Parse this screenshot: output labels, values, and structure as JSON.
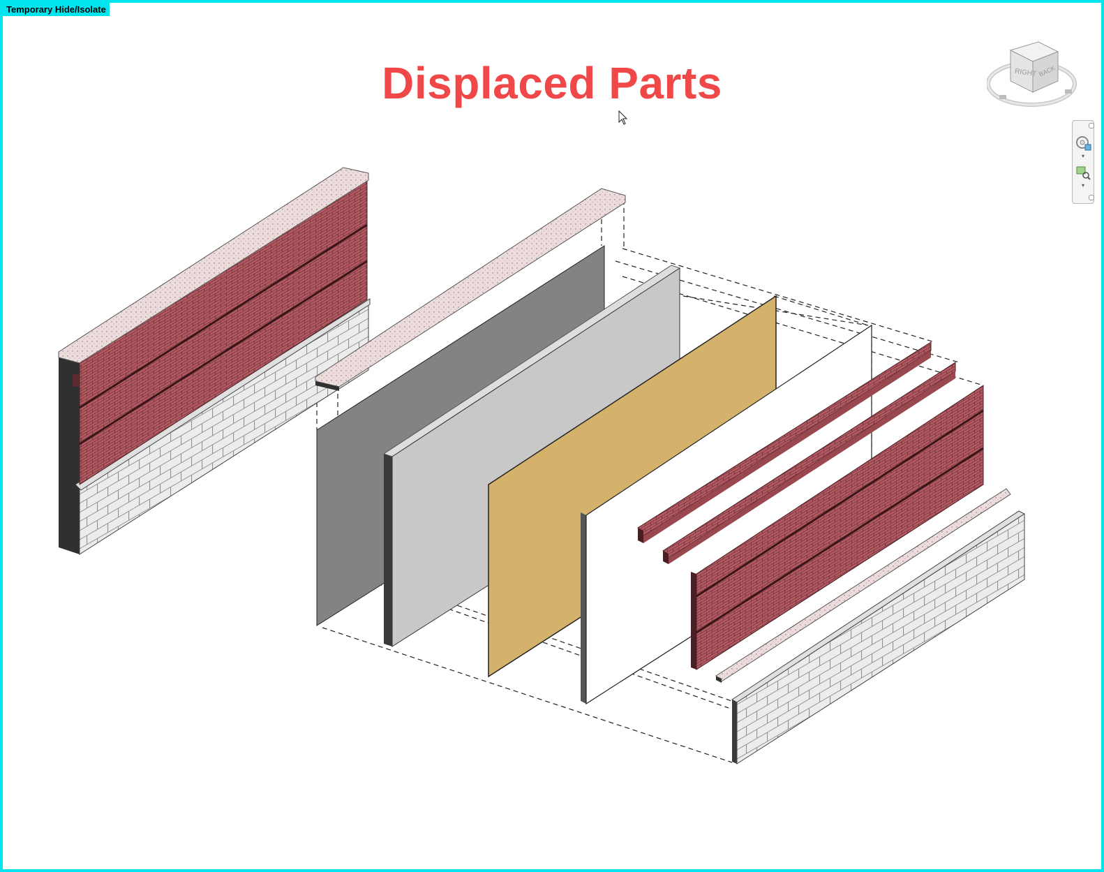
{
  "window": {
    "mode_label": "Temporary Hide/Isolate",
    "border_color": "#00e5ee"
  },
  "view": {
    "title": "Displaced Parts",
    "title_color": "#f04848"
  },
  "viewcube": {
    "faces": {
      "right": "RIGHT",
      "back": "BACK"
    },
    "icon": "viewcube-icon"
  },
  "navbar": {
    "buttons": [
      {
        "name": "steering-wheel-icon"
      },
      {
        "name": "zoom-region-icon"
      }
    ]
  },
  "materials": {
    "brick": "#b35a63",
    "stone": "#ececec",
    "cap": "#ecdcdc",
    "gray_panel": "#838383",
    "light_panel": "#c8c8c8",
    "insulation": "#d4b26c",
    "membrane": "#ffffff",
    "edge_dark": "#303030"
  }
}
